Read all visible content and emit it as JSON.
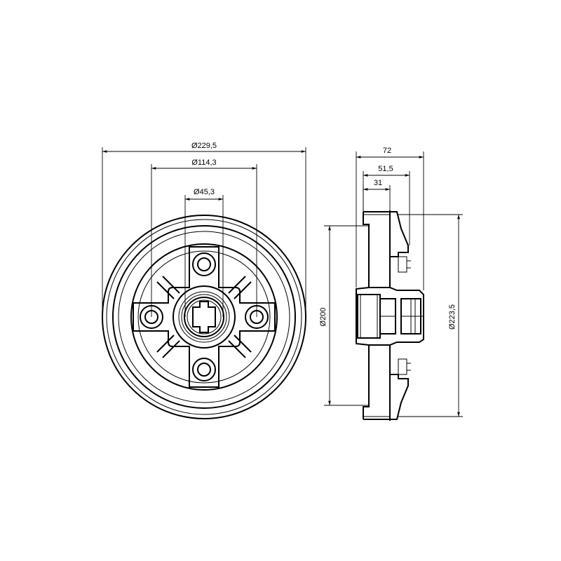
{
  "drawing": {
    "front_view": {
      "dim_outer": "Ø229,5",
      "dim_bolt_circle": "Ø114,3",
      "dim_center_bore": "Ø45,3"
    },
    "side_view": {
      "dim_width_total": "72",
      "dim_width_mid": "51,5",
      "dim_width_inner": "31",
      "dim_drum_inner": "Ø200",
      "dim_drum_outer": "Ø223,5"
    }
  }
}
